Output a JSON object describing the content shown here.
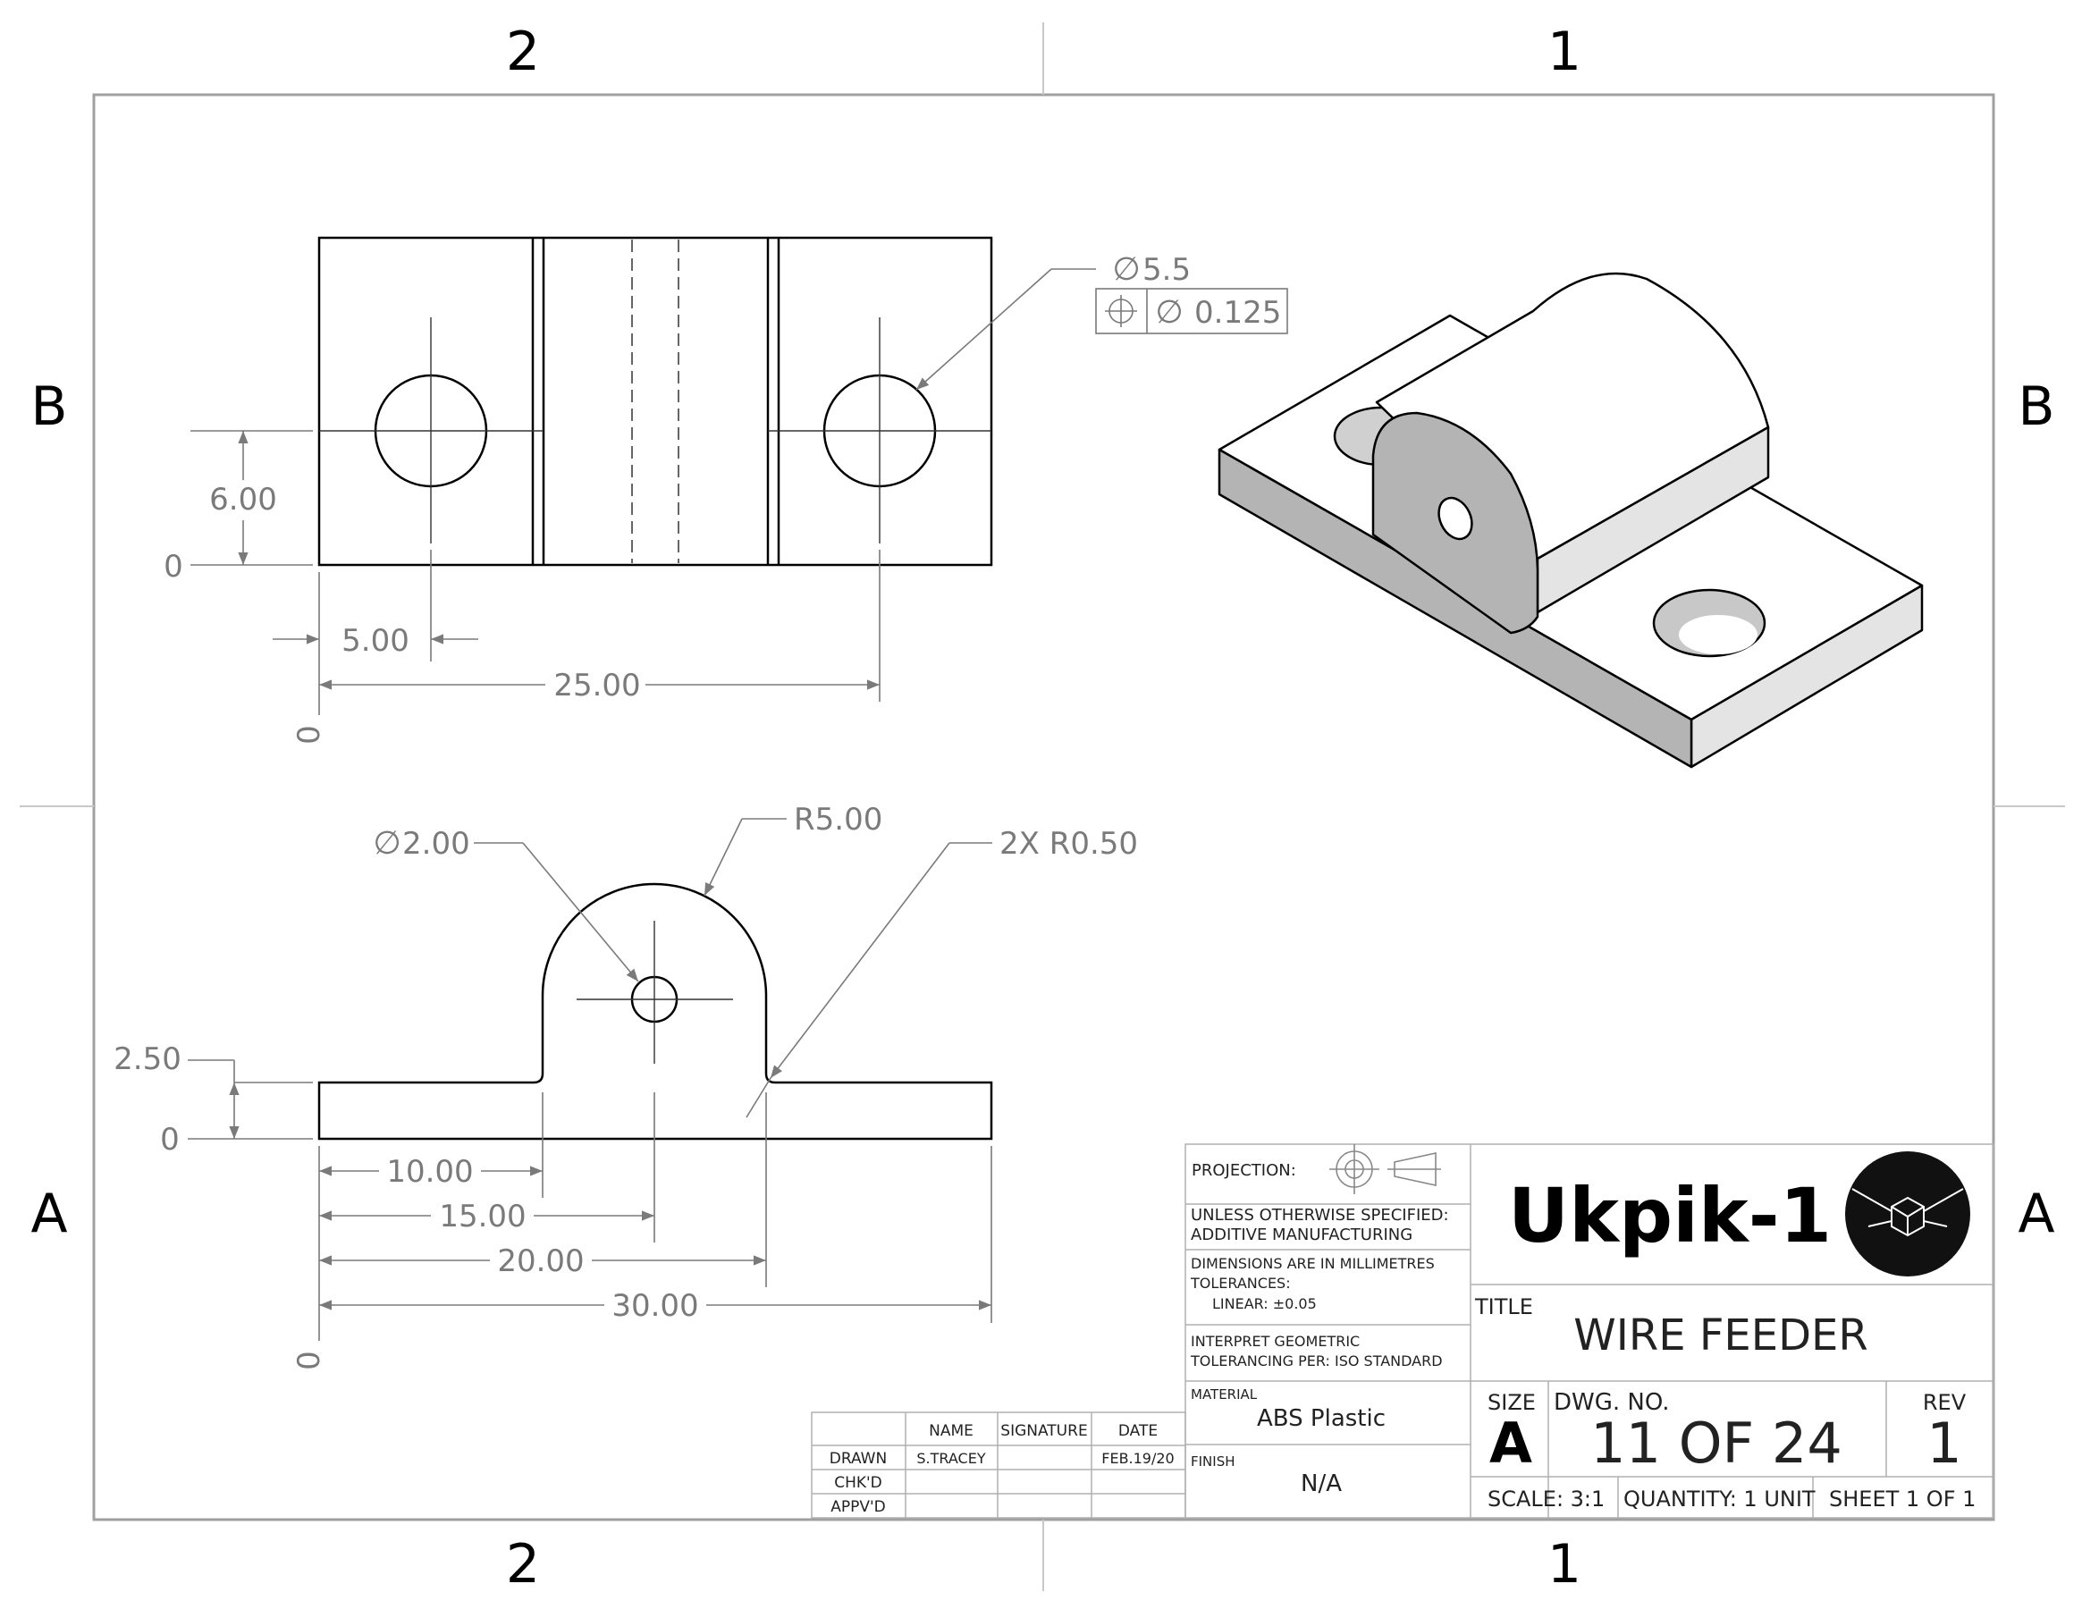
{
  "border": {
    "zone_columns": [
      "2",
      "1"
    ],
    "zone_rows": [
      "B",
      "A"
    ]
  },
  "front_view": {
    "hole_callout_diameter": "5.5",
    "position_tolerance": "0.125",
    "dim_height": "6.00",
    "dim_origin_y": "0",
    "dim_origin_x": "0",
    "dim_hole_offset": "5.00",
    "dim_hole_spacing": "25.00"
  },
  "side_view": {
    "hole_diameter": "2.00",
    "boss_radius": "R5.00",
    "fillet_radius": "2X R0.50",
    "dim_base_thickness": "2.50",
    "dim_origin_y": "0",
    "dim_origin_x": "0",
    "dim_10": "10.00",
    "dim_15": "15.00",
    "dim_20": "20.00",
    "dim_30": "30.00"
  },
  "signature_block": {
    "headers": [
      "NAME",
      "SIGNATURE",
      "DATE"
    ],
    "rows": [
      {
        "label": "DRAWN",
        "name": "S.TRACEY",
        "signature": "",
        "date": "FEB.19/20"
      },
      {
        "label": "CHK'D",
        "name": "",
        "signature": "",
        "date": ""
      },
      {
        "label": "APPV'D",
        "name": "",
        "signature": "",
        "date": ""
      }
    ]
  },
  "title_block": {
    "projection_label": "PROJECTION:",
    "unless_line1": "UNLESS OTHERWISE SPECIFIED:",
    "unless_line2": "ADDITIVE MANUFACTURING",
    "dims_line1": "DIMENSIONS ARE IN MILLIMETRES",
    "dims_line2": "TOLERANCES:",
    "dims_line3": "LINEAR: ±0.05",
    "interp_line1": "INTERPRET GEOMETRIC",
    "interp_line2": "TOLERANCING PER: ISO STANDARD",
    "material_label": "MATERIAL",
    "material_value": "ABS Plastic",
    "finish_label": "FINISH",
    "finish_value": "N/A",
    "company": "Ukpik-1",
    "title_label": "TITLE",
    "title_value": "WIRE FEEDER",
    "size_label": "SIZE",
    "size_value": "A",
    "dwg_label": "DWG.  NO.",
    "dwg_value": "11 OF 24",
    "rev_label": "REV",
    "rev_value": "1",
    "scale": "SCALE: 3:1",
    "quantity": "QUANTITY: 1 UNIT",
    "sheet": "SHEET 1 OF 1"
  },
  "colors": {
    "line": "#000000",
    "dimension": "#7a7a7a",
    "border": "#a0a0a0",
    "shade_dark": "#b4b4b4",
    "shade_light": "#e4e4e4"
  }
}
